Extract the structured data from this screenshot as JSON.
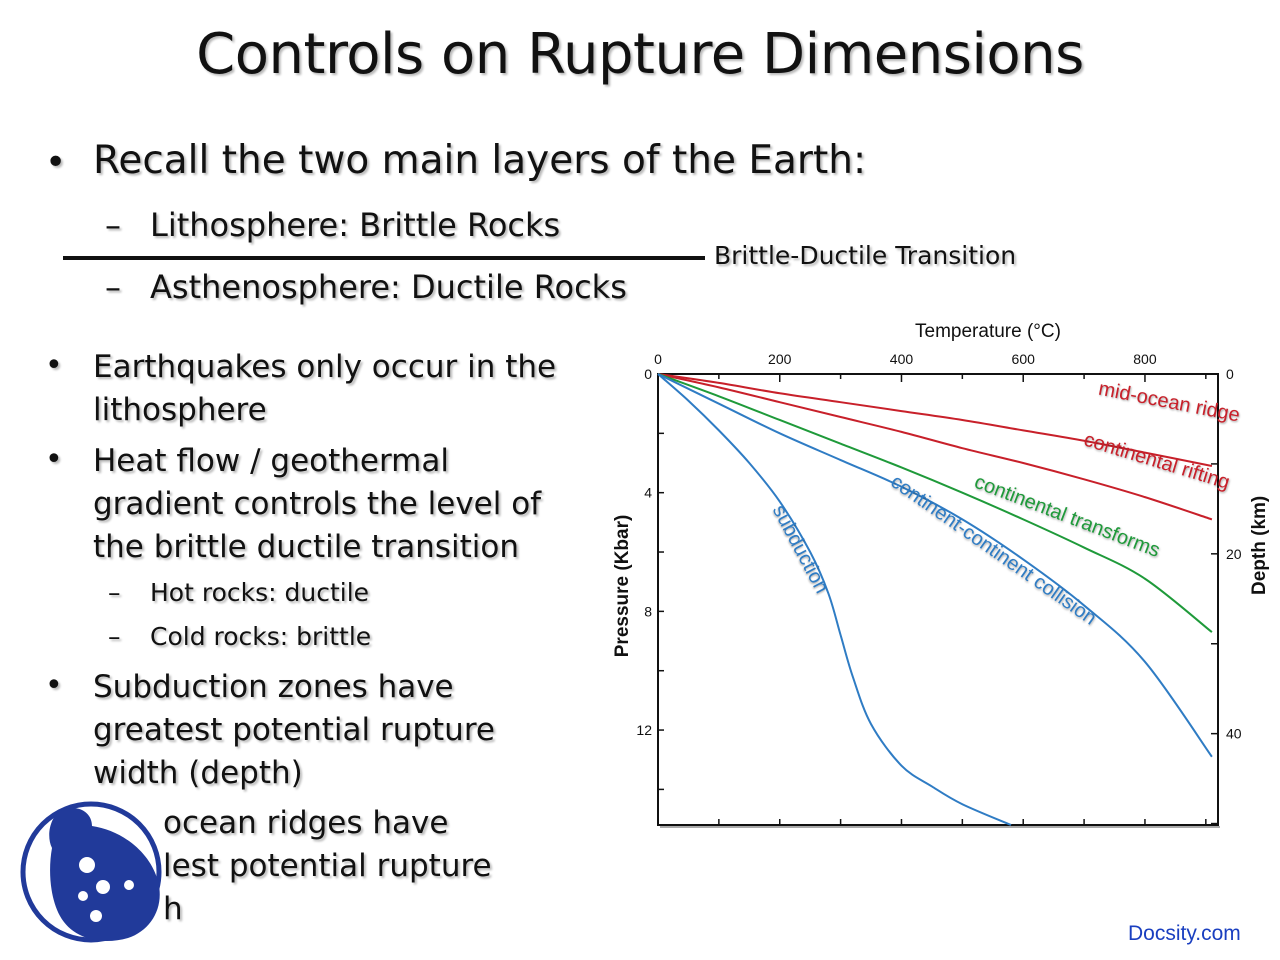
{
  "slide": {
    "title": "Controls on Rupture Dimensions",
    "bullet_main": "Recall the two main layers of the Earth:",
    "layers": [
      "Lithosphere: Brittle Rocks",
      "Asthenosphere: Ductile Rocks"
    ],
    "transition_label": "Brittle-Ductile Transition",
    "bullets": [
      [
        "Earthquakes only occur in the",
        "lithosphere"
      ],
      [
        "Heat flow / geothermal",
        "gradient controls the level of",
        "the brittle ductile transition"
      ],
      [
        "Subduction zones have",
        "greatest potential rupture",
        "width (depth)"
      ]
    ],
    "sub_bullets": [
      "Hot rocks: ductile",
      "Cold rocks: brittle"
    ],
    "partial_bullet": [
      "ocean ridges have",
      "lest potential rupture",
      "h"
    ],
    "dash_glyph": "–",
    "bullet_glyph": "•",
    "watermark": "Docsity.com"
  },
  "chart_data": {
    "type": "line",
    "title": "",
    "xlabel": "Temperature (oC)",
    "ylabel": "Pressure (Kbar)",
    "y2label": "Depth (km)",
    "xlim": [
      0,
      920
    ],
    "ylim": [
      15.2,
      0
    ],
    "xticks": [
      0,
      200,
      400,
      600,
      800
    ],
    "yticks": [
      0,
      4,
      8,
      12
    ],
    "y2ticks": [
      0,
      20,
      40
    ],
    "series": [
      {
        "name": "mid-ocean ridge",
        "color": "#c8202a",
        "x": [
          0,
          100,
          200,
          300,
          400,
          500,
          600,
          700,
          800,
          910
        ],
        "y": [
          0,
          0.3,
          0.65,
          0.95,
          1.25,
          1.55,
          1.9,
          2.25,
          2.65,
          3.1
        ]
      },
      {
        "name": "continental rifting",
        "color": "#c8202a",
        "x": [
          0,
          100,
          200,
          300,
          400,
          500,
          600,
          700,
          800,
          910
        ],
        "y": [
          0,
          0.45,
          0.95,
          1.45,
          1.95,
          2.5,
          3.0,
          3.55,
          4.15,
          4.9
        ]
      },
      {
        "name": "continental transforms",
        "color": "#1f9a3a",
        "x": [
          0,
          100,
          200,
          300,
          400,
          500,
          600,
          700,
          800,
          910
        ],
        "y": [
          0,
          0.75,
          1.55,
          2.35,
          3.15,
          4.0,
          4.9,
          5.85,
          6.9,
          8.7
        ]
      },
      {
        "name": "continent-continent collision",
        "color": "#2f7cc4",
        "x": [
          0,
          100,
          200,
          300,
          400,
          500,
          600,
          700,
          800,
          910
        ],
        "y": [
          0,
          1.0,
          2.0,
          2.9,
          3.8,
          4.9,
          6.25,
          7.8,
          9.7,
          12.9
        ]
      },
      {
        "name": "subduction",
        "color": "#2f7cc4",
        "x": [
          0,
          50,
          100,
          150,
          200,
          250,
          280,
          300,
          320,
          350,
          400,
          450,
          500,
          580
        ],
        "y": [
          0,
          0.9,
          1.9,
          3.0,
          4.3,
          6.0,
          7.4,
          8.8,
          10.2,
          11.8,
          13.2,
          13.9,
          14.5,
          15.2
        ]
      }
    ],
    "annotations": [
      {
        "text": "mid-ocean ridge",
        "color": "#c8202a"
      },
      {
        "text": "continental rifting",
        "color": "#c8202a"
      },
      {
        "text": "continental transforms",
        "color": "#1f9a3a"
      },
      {
        "text": "continent-continent collision",
        "color": "#2f7cc4"
      },
      {
        "text": "subduction",
        "color": "#2f7cc4"
      }
    ],
    "grid": false
  },
  "colors": {
    "logo": "#213a9a",
    "watermark": "#1a3fc0"
  }
}
